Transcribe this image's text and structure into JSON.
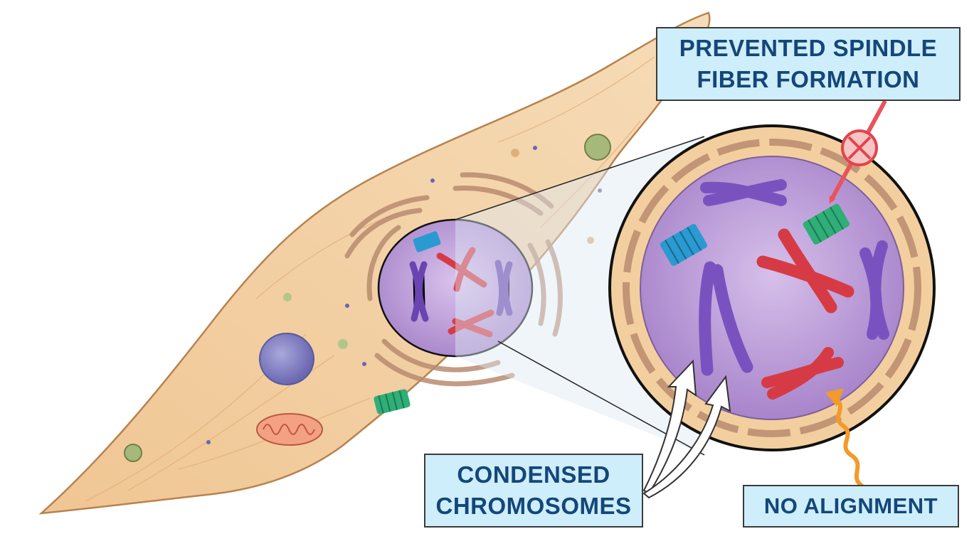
{
  "labels": {
    "spindle": {
      "line1": "PREVENTED SPINDLE",
      "line2": "FIBER FORMATION"
    },
    "condensed": {
      "line1": "CONDENSED",
      "line2": "CHROMOSOMES"
    },
    "alignment": "NO ALIGNMENT"
  },
  "colors": {
    "cytoplasm": "#f3cf9f",
    "cell_outline": "#b8824e",
    "nucleus": "#b48fd0",
    "chromosome_purple": "#7a52c0",
    "chromosome_red": "#d63b45",
    "centriole_green": "#2fae78",
    "centriole_blue": "#2a9ad0",
    "label_fill": "#cdeefa",
    "label_text": "#15467a",
    "inhibit_arrow": "#e8545a",
    "no_alignment_arrow": "#f29a2a"
  }
}
